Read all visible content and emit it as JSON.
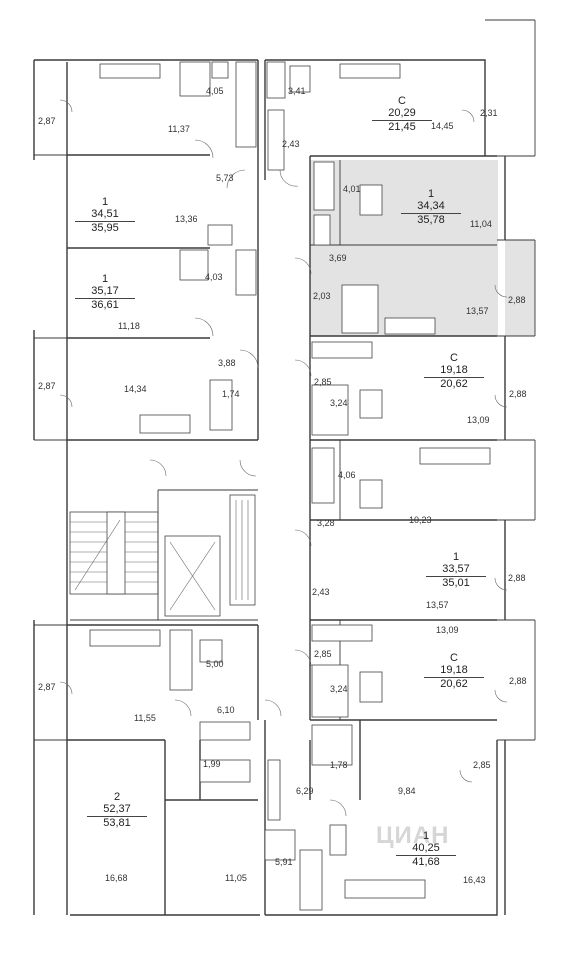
{
  "apartments": [
    {
      "id": "apt-c-top",
      "type": "C",
      "living": "20,29",
      "total": "21,45"
    },
    {
      "id": "apt-1-a",
      "type": "1",
      "living": "34,51",
      "total": "35,95"
    },
    {
      "id": "apt-1-b",
      "type": "1",
      "living": "34,34",
      "total": "35,78"
    },
    {
      "id": "apt-1-c",
      "type": "1",
      "living": "35,17",
      "total": "36,61"
    },
    {
      "id": "apt-c-mid",
      "type": "C",
      "living": "19,18",
      "total": "20,62"
    },
    {
      "id": "apt-1-d",
      "type": "1",
      "living": "33,57",
      "total": "35,01"
    },
    {
      "id": "apt-c-low",
      "type": "C",
      "living": "19,18",
      "total": "20,62"
    },
    {
      "id": "apt-2",
      "type": "2",
      "living": "52,37",
      "total": "53,81"
    },
    {
      "id": "apt-1-e",
      "type": "1",
      "living": "40,25",
      "total": "41,68"
    }
  ],
  "rooms": [
    {
      "id": "r1",
      "value": "2,87"
    },
    {
      "id": "r2",
      "value": "4,05"
    },
    {
      "id": "r3",
      "value": "3,41"
    },
    {
      "id": "r4",
      "value": "11,37"
    },
    {
      "id": "r5",
      "value": "2,43"
    },
    {
      "id": "r6",
      "value": "14,45"
    },
    {
      "id": "r7",
      "value": "2,31"
    },
    {
      "id": "r8",
      "value": "5,73"
    },
    {
      "id": "r9",
      "value": "4,01"
    },
    {
      "id": "r10",
      "value": "13,36"
    },
    {
      "id": "r11",
      "value": "11,04"
    },
    {
      "id": "r12",
      "value": "4,03"
    },
    {
      "id": "r13",
      "value": "3,69"
    },
    {
      "id": "r14",
      "value": "2,03"
    },
    {
      "id": "r15",
      "value": "11,18"
    },
    {
      "id": "r16",
      "value": "2,88"
    },
    {
      "id": "r17",
      "value": "13,57"
    },
    {
      "id": "r18",
      "value": "3,88"
    },
    {
      "id": "r19",
      "value": "2,87"
    },
    {
      "id": "r20",
      "value": "14,34"
    },
    {
      "id": "r21",
      "value": "1,74"
    },
    {
      "id": "r22",
      "value": "2,85"
    },
    {
      "id": "r23",
      "value": "3,24"
    },
    {
      "id": "r24",
      "value": "2,88"
    },
    {
      "id": "r25",
      "value": "13,09"
    },
    {
      "id": "r26",
      "value": "4,06"
    },
    {
      "id": "r27",
      "value": "3,28"
    },
    {
      "id": "r28",
      "value": "10,23"
    },
    {
      "id": "r29",
      "value": "2,88"
    },
    {
      "id": "r30",
      "value": "2,43"
    },
    {
      "id": "r31",
      "value": "13,57"
    },
    {
      "id": "r32",
      "value": "13,09"
    },
    {
      "id": "r33",
      "value": "2,85"
    },
    {
      "id": "r34",
      "value": "5,00"
    },
    {
      "id": "r35",
      "value": "3,24"
    },
    {
      "id": "r36",
      "value": "2,88"
    },
    {
      "id": "r37",
      "value": "2,87"
    },
    {
      "id": "r38",
      "value": "11,55"
    },
    {
      "id": "r39",
      "value": "6,10"
    },
    {
      "id": "r40",
      "value": "1,99"
    },
    {
      "id": "r41",
      "value": "1,78"
    },
    {
      "id": "r42",
      "value": "2,85"
    },
    {
      "id": "r43",
      "value": "6,29"
    },
    {
      "id": "r44",
      "value": "9,84"
    },
    {
      "id": "r45",
      "value": "5,91"
    },
    {
      "id": "r46",
      "value": "16,68"
    },
    {
      "id": "r47",
      "value": "11,05"
    },
    {
      "id": "r48",
      "value": "16,43"
    }
  ],
  "watermark": "ЦИАН",
  "colors": {
    "wall": "#3a3a3a",
    "highlight": "#e3e3e3",
    "text": "#222222"
  }
}
